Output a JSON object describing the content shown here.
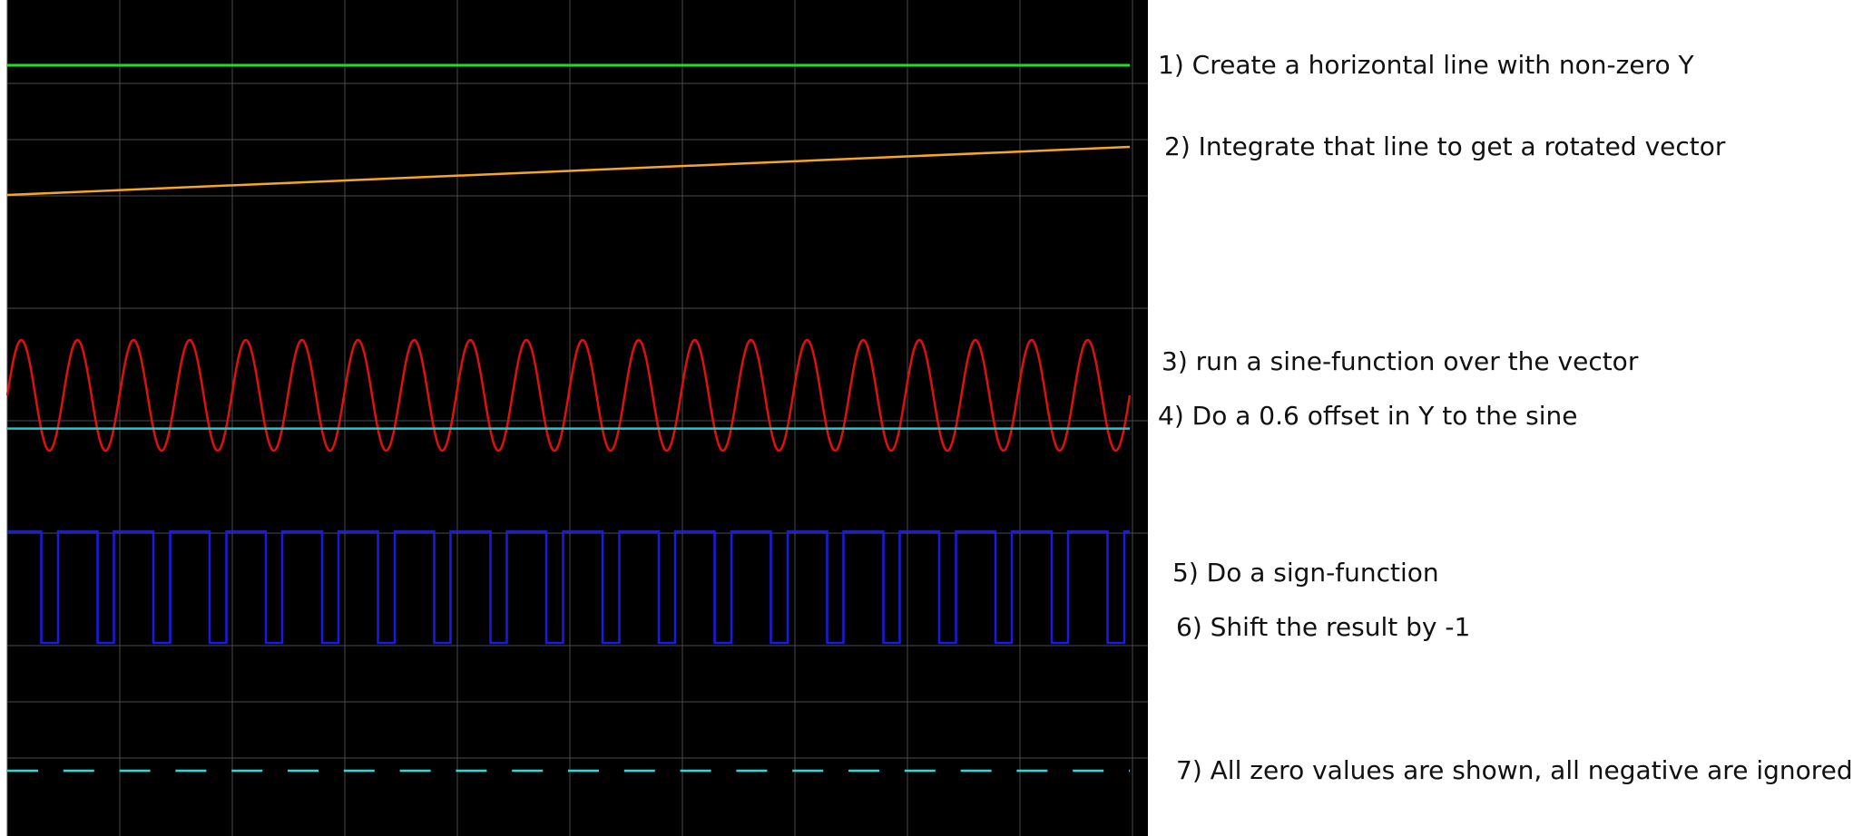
{
  "colors": {
    "background": "#000000",
    "grid": "#4a4a4a",
    "horizontal_line": "#22dd22",
    "integrated_line": "#f5a623",
    "sine": "#e01010",
    "offset_line": "#22c8c8",
    "square_wave": "#1a1ae6",
    "dashed_line": "#22dddd"
  },
  "steps": [
    "1) Create a horizontal line with non-zero Y",
    "2) Integrate that line to get a rotated vector",
    "3) run a sine-function over the vector",
    "4) Do a 0.6 offset in Y to the sine",
    "5) Do a sign-function",
    "6) Shift the result by -1",
    "7) All zero values are shown, all negative are ignored"
  ],
  "chart_data": {
    "type": "line",
    "sine_cycles": 20,
    "offset": 0.6,
    "dash_segments": 20
  }
}
